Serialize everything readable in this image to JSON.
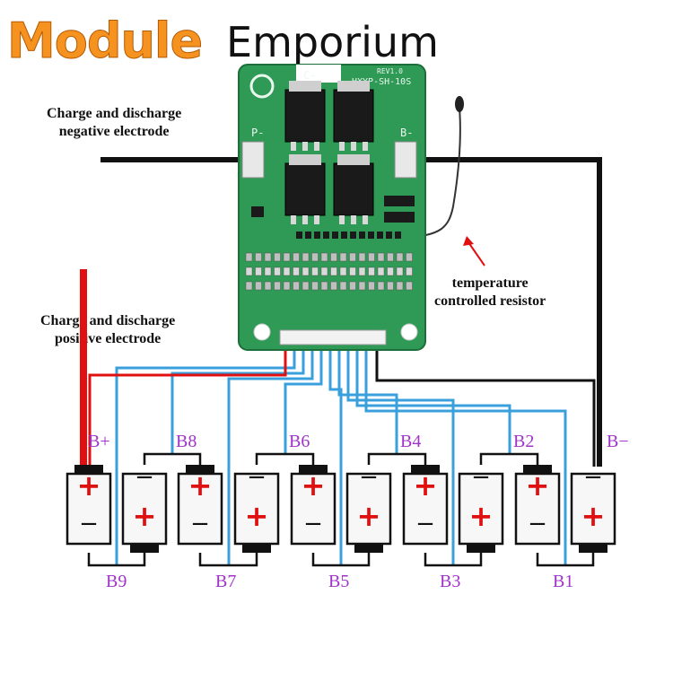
{
  "brand": {
    "part1": "Module",
    "part2": "Emporium"
  },
  "labels": {
    "neg_electrode_line1": "Charge and discharge",
    "neg_electrode_line2": "negative electrode",
    "pos_electrode_line1": "Charge and discharge",
    "pos_electrode_line2": "positive electrode",
    "temp_line1": "temperature",
    "temp_line2": "controlled resistor"
  },
  "board": {
    "pad_p": "P-",
    "pad_b": "B-",
    "pad_c": "C-",
    "model": "HXYP-SH-10S",
    "rev": "REV1.0"
  },
  "terminals_top": [
    "B+",
    "B8",
    "B6",
    "B4",
    "B2",
    "B−"
  ],
  "terminals_bottom": [
    "B9",
    "B7",
    "B5",
    "B3",
    "B1"
  ],
  "cell_symbols": {
    "plus": "+",
    "minus": "−"
  },
  "colors": {
    "brand_orange": "#f59220",
    "pcb_green": "#2e9a55",
    "wire_blue": "#3aa0dc",
    "wire_red": "#e01010",
    "wire_black": "#111111",
    "terminal_purple": "#a033c8",
    "cell_plus_red": "#e01010"
  }
}
